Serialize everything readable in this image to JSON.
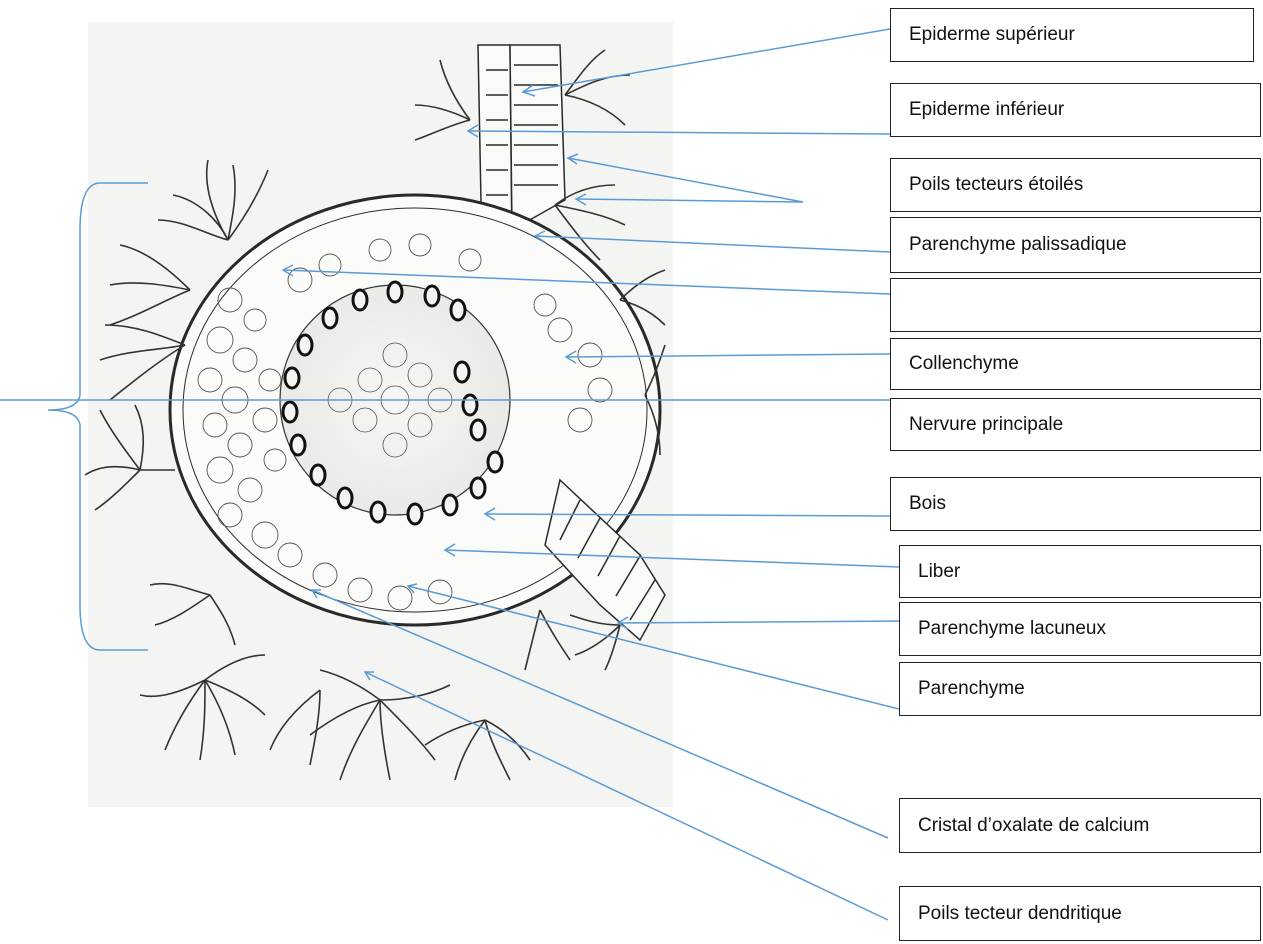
{
  "labels": {
    "epiderme_superieur": "Epiderme supérieur",
    "epiderme_inferieur": "Epiderme inférieur",
    "poils_tecteurs_etoiles": "Poils tecteurs étoilés",
    "parenchyme_palissadique": "Parenchyme palissadique",
    "blank": "",
    "collenchyme": "Collenchyme",
    "nervure_principale": "Nervure principale",
    "bois": "Bois",
    "liber": "Liber",
    "parenchyme_lacuneux": "Parenchyme lacuneux",
    "parenchyme": "Parenchyme",
    "cristal": "Cristal d’oxalate de calcium",
    "poils_dendritique": "Poils tecteur dendritique"
  },
  "colors": {
    "leader_line": "#5b9bd5",
    "ink": "#2a2a2a",
    "box_border": "#222222"
  }
}
